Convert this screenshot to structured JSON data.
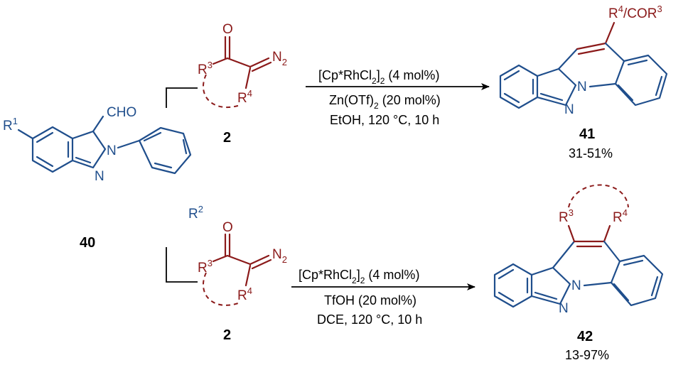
{
  "compounds": {
    "start": {
      "id": "40",
      "r1": "R",
      "r1_sup": "1",
      "r2": "R",
      "r2_sup": "2",
      "cho": "CHO",
      "n1": "N",
      "n2": "N"
    },
    "diazo_top": {
      "id": "2",
      "o": "O",
      "n2": "N",
      "n2_sub": "2",
      "r3": "R",
      "r3_sup": "3",
      "r4": "R",
      "r4_sup": "4"
    },
    "diazo_bottom": {
      "id": "2",
      "o": "O",
      "n2": "N",
      "n2_sub": "2",
      "r3": "R",
      "r3_sup": "3",
      "r4": "R",
      "r4_sup": "4"
    },
    "product_top": {
      "id": "41",
      "yield": "31-51%",
      "substituent": "R",
      "sub_sup1": "4",
      "sub_mid": "/COR",
      "sub_sup2": "3",
      "n1": "N",
      "n2": "N"
    },
    "product_bottom": {
      "id": "42",
      "yield": "13-97%",
      "r3": "R",
      "r3_sup": "3",
      "r4": "R",
      "r4_sup": "4",
      "n1": "N",
      "n2": "N"
    }
  },
  "reactions": {
    "top": {
      "catalyst": {
        "a": "[Cp*RhCl",
        "sub1": "2",
        "b": "]",
        "sub2": "2",
        "c": " (4 mol%)"
      },
      "additive": {
        "a": "Zn(OTf)",
        "sub1": "2",
        "b": " (20 mol%)"
      },
      "conditions": "EtOH, 120 °C, 10 h"
    },
    "bottom": {
      "catalyst": {
        "a": "[Cp*RhCl",
        "sub1": "2",
        "b": "]",
        "sub2": "2",
        "c": " (4 mol%)"
      },
      "additive": "TfOH (20 mol%)",
      "conditions": "DCE, 120 °C, 10 h"
    }
  },
  "colors": {
    "blue": "#1f4e8c",
    "red": "#8b1a1a",
    "black": "#000000"
  }
}
